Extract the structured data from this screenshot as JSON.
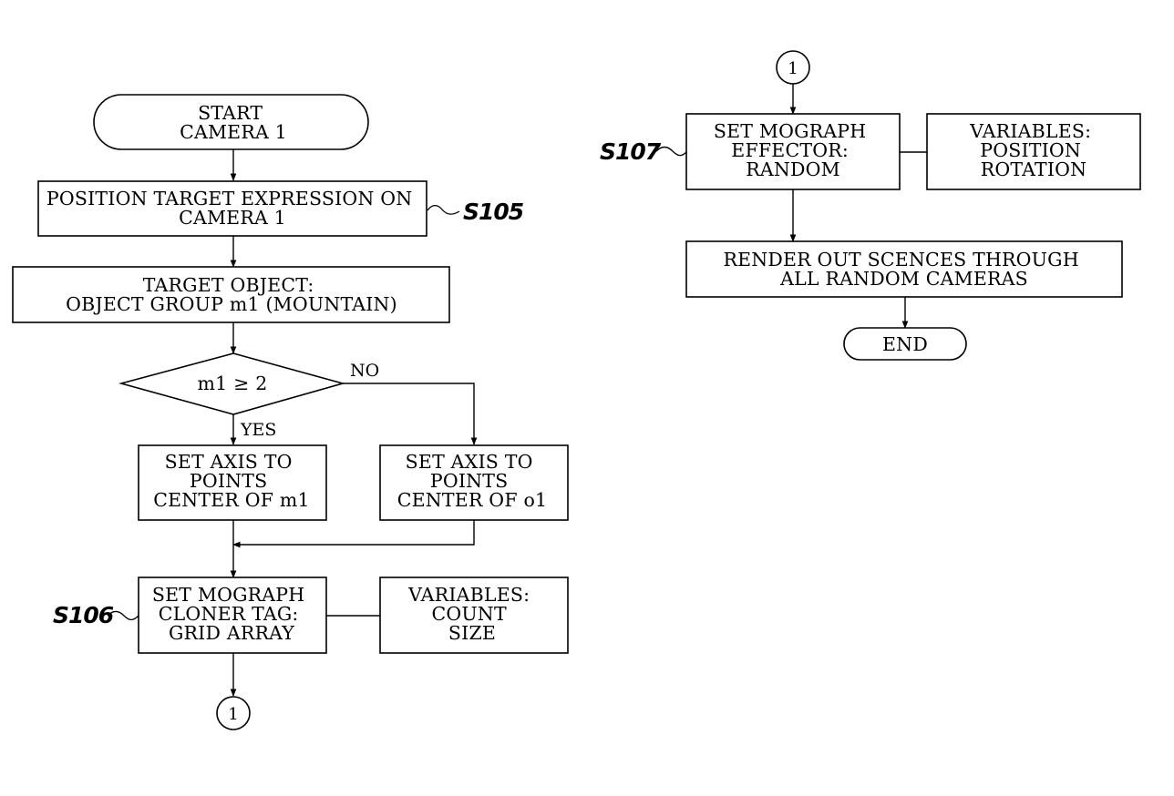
{
  "nodes": {
    "start": {
      "lines": [
        "START",
        "CAMERA 1"
      ]
    },
    "position_target": {
      "lines": [
        "POSITION TARGET EXPRESSION ON",
        "CAMERA 1"
      ]
    },
    "target_object": {
      "lines": [
        "TARGET OBJECT:",
        "OBJECT GROUP m1 (MOUNTAIN)"
      ]
    },
    "decision": {
      "lines": [
        "m1 ≥ 2"
      ]
    },
    "axis_m1": {
      "lines": [
        "SET AXIS TO",
        "POINTS",
        "CENTER OF m1"
      ]
    },
    "axis_o1": {
      "lines": [
        "SET AXIS TO",
        "POINTS",
        "CENTER OF o1"
      ]
    },
    "cloner": {
      "lines": [
        "SET MOGRAPH",
        "CLONER TAG:",
        "GRID ARRAY"
      ]
    },
    "cloner_vars": {
      "lines": [
        "VARIABLES:",
        "COUNT",
        "SIZE"
      ]
    },
    "connector_out": {
      "text": "1"
    },
    "connector_in": {
      "text": "1"
    },
    "effector": {
      "lines": [
        "SET MOGRAPH",
        "EFFECTOR:",
        "RANDOM"
      ]
    },
    "effector_vars": {
      "lines": [
        "VARIABLES:",
        "POSITION",
        "ROTATION"
      ]
    },
    "render": {
      "lines": [
        "RENDER OUT SCENCES THROUGH",
        "ALL RANDOM CAMERAS"
      ]
    },
    "end": {
      "lines": [
        "END"
      ]
    }
  },
  "edge_labels": {
    "yes": "YES",
    "no": "NO"
  },
  "step_labels": {
    "s105": "S105",
    "s106": "S106",
    "s107": "S107"
  }
}
